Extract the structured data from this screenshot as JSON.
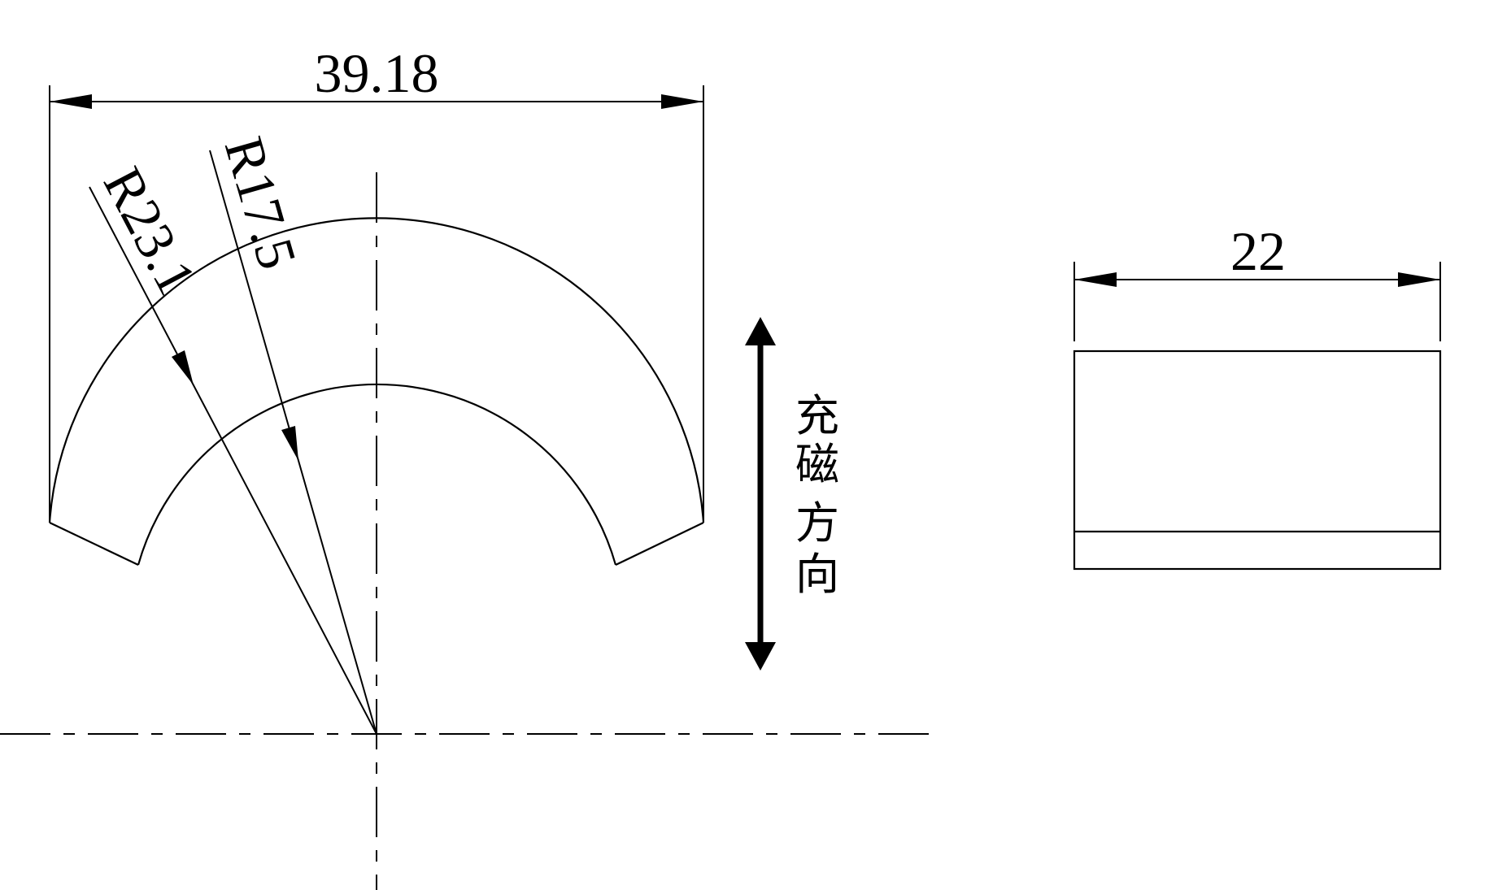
{
  "dimensions": {
    "chord_width": "39.18",
    "outer_radius": "R23.1",
    "inner_radius": "R17.5",
    "length": "22"
  },
  "magnetization": {
    "label_chars": [
      "充",
      "磁",
      "方",
      "向"
    ]
  }
}
